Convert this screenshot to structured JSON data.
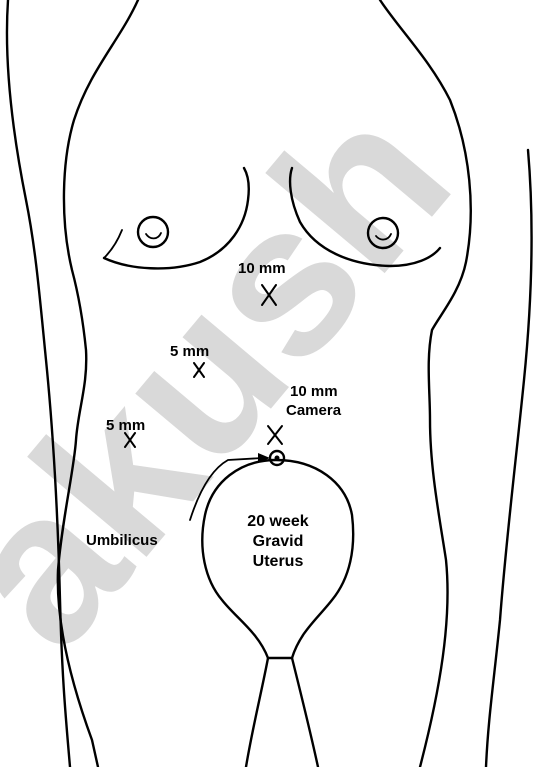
{
  "watermark": {
    "text": "akush"
  },
  "labels": {
    "port_upper_10mm": "10 mm",
    "port_left_upper_5mm": "5 mm",
    "port_camera_size": "10 mm",
    "port_camera_name": "Camera",
    "port_left_lower_5mm": "5 mm",
    "umbilicus": "Umbilicus",
    "uterus_line1": "20 week",
    "uterus_line2": "Gravid",
    "uterus_line3": "Uterus"
  },
  "colors": {
    "ink": "#000000",
    "watermark": "#d9d9d9",
    "background": "#ffffff"
  }
}
